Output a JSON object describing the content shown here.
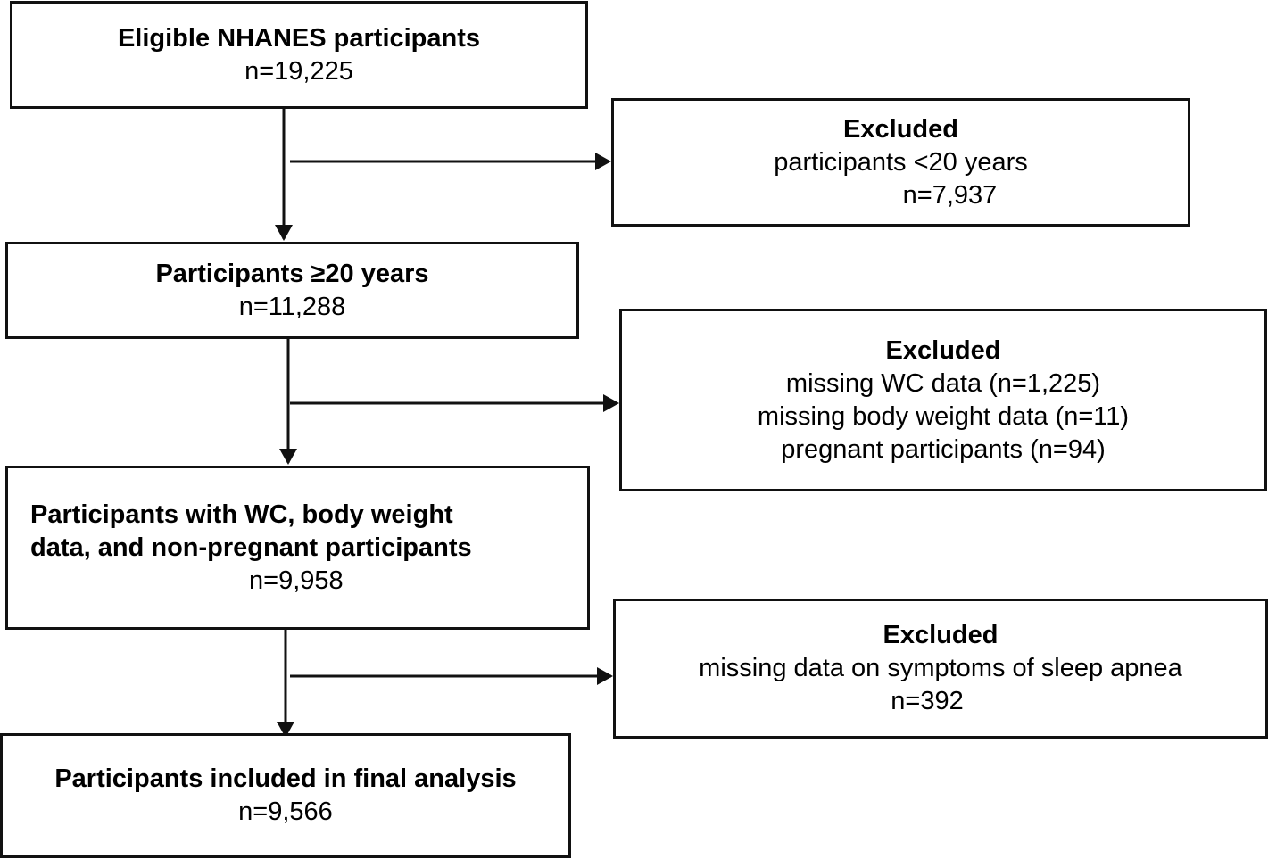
{
  "main_boxes": [
    {
      "title": "Eligible NHANES participants",
      "count": "n=19,225"
    },
    {
      "title": "Participants ≥20 years",
      "count": "n=11,288"
    },
    {
      "title_line1": "Participants with WC, body weight",
      "title_line2": "data, and non-pregnant participants",
      "count": "n=9,958"
    },
    {
      "title": "Participants included in final analysis",
      "count": "n=9,566"
    }
  ],
  "excluded_boxes": [
    {
      "title": "Excluded",
      "lines": [
        "participants <20 years",
        "n=7,937"
      ]
    },
    {
      "title": "Excluded",
      "lines": [
        "missing WC data (n=1,225)",
        "missing body weight data (n=11)",
        "pregnant participants (n=94)"
      ]
    },
    {
      "title": "Excluded",
      "lines": [
        "missing data on symptoms of sleep apnea",
        "n=392"
      ]
    }
  ]
}
